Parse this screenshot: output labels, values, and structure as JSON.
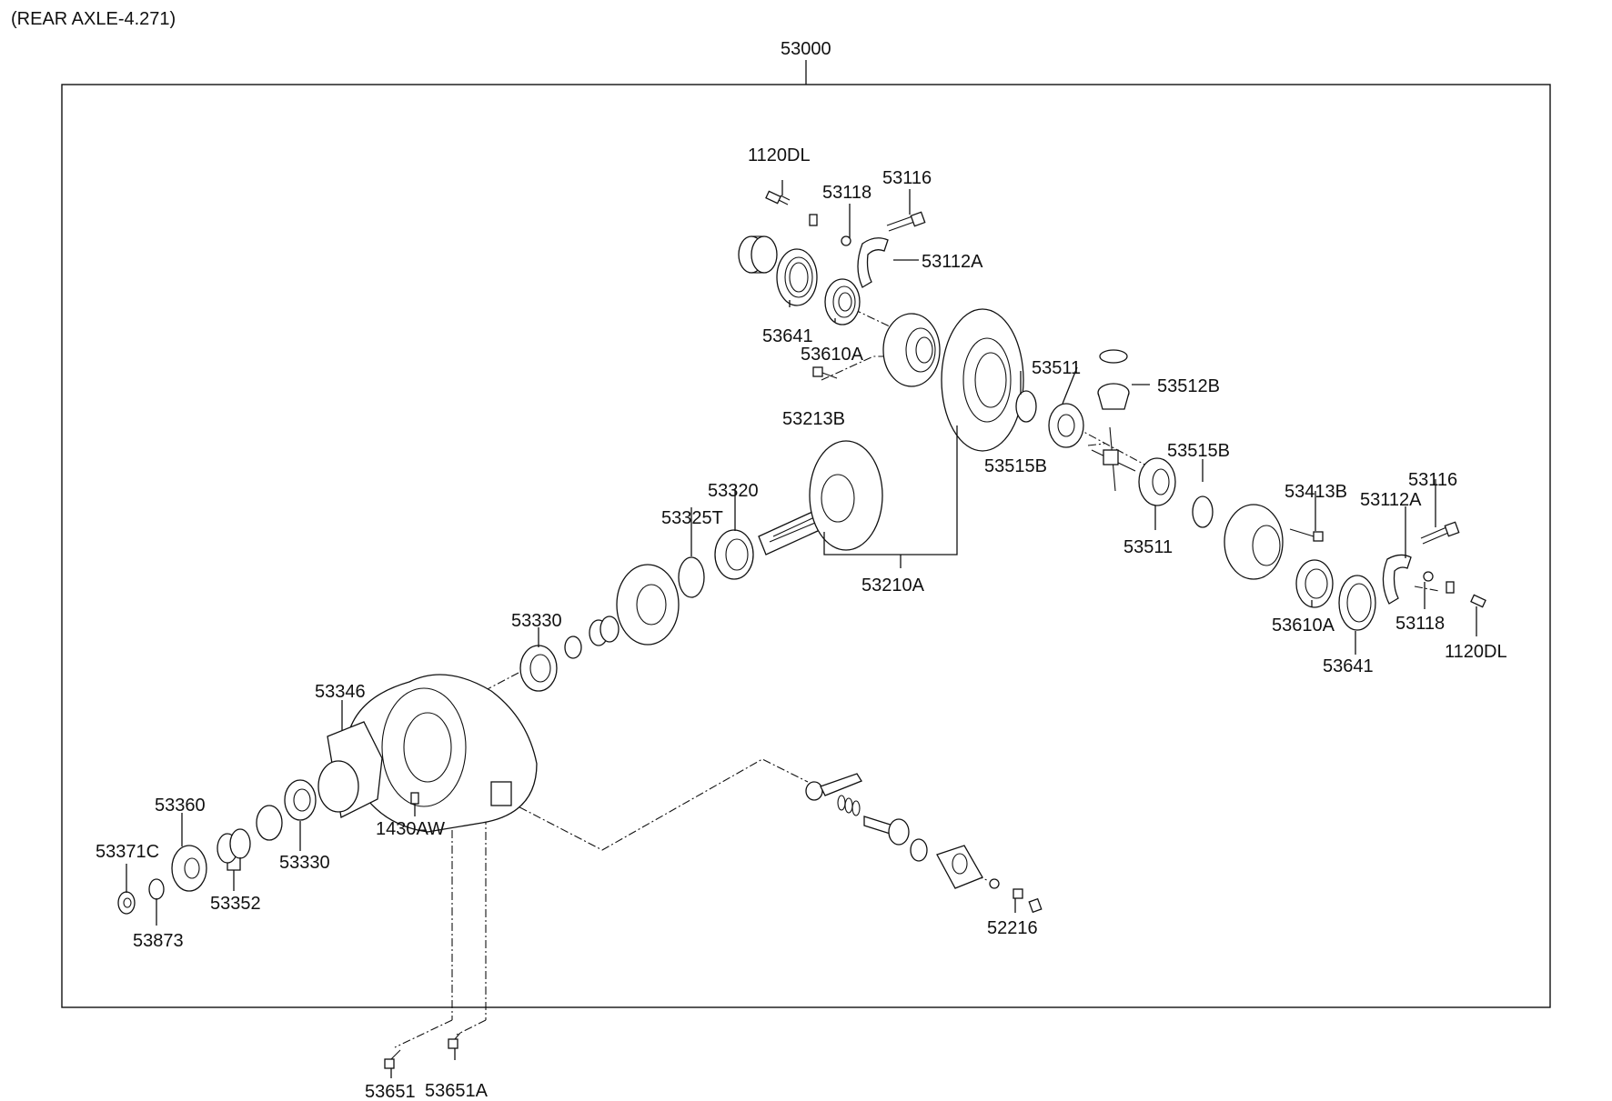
{
  "header": {
    "title": "(REAR AXLE-4.271)"
  },
  "assembly": {
    "number": "53000"
  },
  "callouts": [
    "1120DL",
    "53118",
    "53116",
    "53112A",
    "53641",
    "53610A",
    "53213B",
    "53511",
    "53512B",
    "53515B",
    "53515B",
    "53320",
    "53325T",
    "53413B",
    "53116",
    "53112A",
    "53511",
    "53210A",
    "53610A",
    "53118",
    "1120DL",
    "53641",
    "53330",
    "53346",
    "53360",
    "53371C",
    "53330",
    "1430AW",
    "53352",
    "53873",
    "52216",
    "53651",
    "53651A"
  ]
}
